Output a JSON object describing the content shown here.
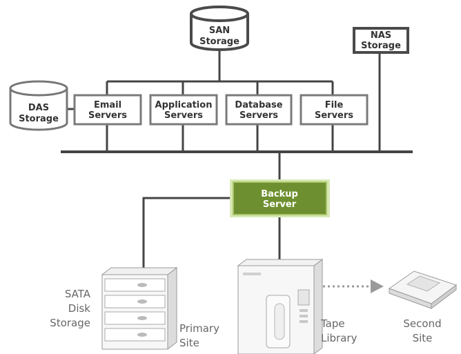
{
  "san": {
    "line1": "SAN",
    "line2": "Storage"
  },
  "nas": {
    "line1": "NAS",
    "line2": "Storage"
  },
  "das": {
    "line1": "DAS",
    "line2": "Storage"
  },
  "servers": [
    {
      "line1": "Email",
      "line2": "Servers"
    },
    {
      "line1": "Application",
      "line2": "Servers"
    },
    {
      "line1": "Database",
      "line2": "Servers"
    },
    {
      "line1": "File",
      "line2": "Servers"
    }
  ],
  "backup": {
    "line1": "Backup",
    "line2": "Server",
    "color": "#6e8f2f"
  },
  "disk_storage": {
    "line1": "SATA",
    "line2": "Disk",
    "line3": "Storage"
  },
  "primary_site": {
    "line1": "Primary",
    "line2": "Site"
  },
  "tape_library": {
    "line1": "Tape",
    "line2": "Library"
  },
  "second_site": {
    "line1": "Second",
    "line2": "Site"
  }
}
